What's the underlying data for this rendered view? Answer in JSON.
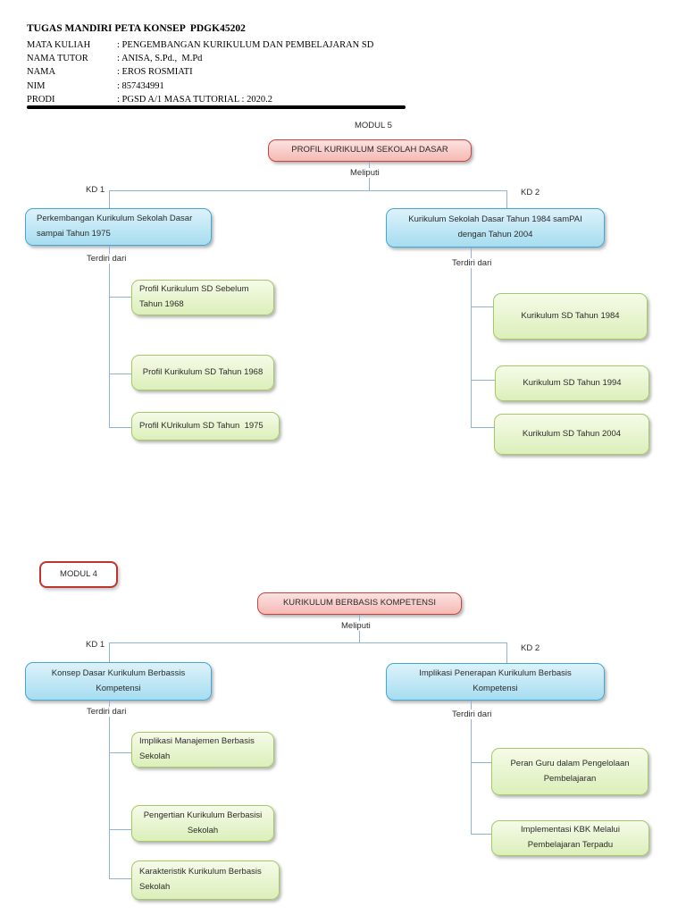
{
  "document": {
    "title": "TUGAS MANDIRI PETA KONSEP  PDGK45202",
    "info_rows": [
      {
        "label": "MATA KULIAH",
        "value": ": PENGEMBANGAN KURIKULUM DAN PEMBELAJARAN SD"
      },
      {
        "label": "NAMA TUTOR",
        "value": ": ANISA, S.Pd.,  M.Pd"
      },
      {
        "label": "NAMA",
        "value": ": EROS ROSMIATI"
      },
      {
        "label": "NIM",
        "value": ": 857434991"
      },
      {
        "label": "PRODI",
        "value": ": PGSD A/1 MASA TUTORIAL : 2020.2"
      }
    ]
  },
  "modul5": {
    "badge": "MODUL 5",
    "root": "PROFIL KURIKULUM SEKOLAH DASAR",
    "root_connector": "Meliputi",
    "branches": [
      {
        "kd": "KD 1",
        "title": "Perkembangan Kurikulum Sekolah Dasar sampai Tahun 1975",
        "connector": "Terdiri dari",
        "children": [
          "Profil Kurikulum SD Sebelum Tahun 1968",
          "Profil Kurikulum SD Tahun 1968",
          "Profil KUrikulum SD Tahun  1975"
        ]
      },
      {
        "kd": "KD 2",
        "title": "Kurikulum Sekolah Dasar Tahun 1984 samPAI dengan Tahun 2004",
        "connector": "Terdiri dari",
        "children": [
          "Kurikulum SD Tahun 1984",
          "Kurikulum SD Tahun 1994",
          "Kurikulum SD Tahun 2004"
        ]
      }
    ]
  },
  "modul4": {
    "badge": "MODUL 4",
    "root": "KURIKULUM BERBASIS KOMPETENSI",
    "root_connector": "Meliputi",
    "branches": [
      {
        "kd": "KD 1",
        "title": "Konsep Dasar Kurikulum Berbassis Kompetensi",
        "connector": "Terdiri dari",
        "children": [
          "Implikasi Manajemen Berbasis Sekolah",
          "Pengertian Kurikulum Berbasisi Sekolah",
          "Karakteristik Kurikulum Berbasis Sekolah"
        ]
      },
      {
        "kd": "KD 2",
        "title": "Implikasi Penerapan Kurikulum Berbasis Kompetensi",
        "connector": "Terdiri dari",
        "children": [
          "Peran Guru dalam Pengelolaan Pembelajaran",
          "Implementasi KBK Melalui Pembelajaran Terpadu"
        ]
      }
    ]
  },
  "colors": {
    "root_fill": "#f5b9b5",
    "root_border": "#c8453f",
    "kd_fill": "#a6ddf0",
    "kd_border": "#43a7d6",
    "leaf_fill": "#dcefba",
    "leaf_border": "#a4c966",
    "connector_line": "#92b1d5",
    "header_rule": "#000000"
  }
}
